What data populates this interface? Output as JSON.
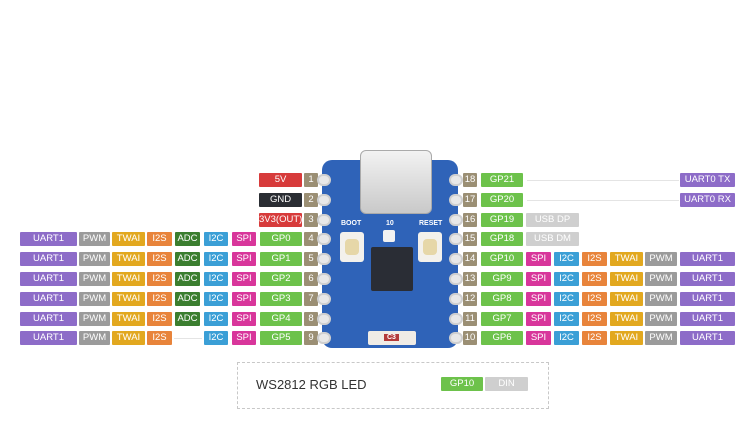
{
  "colors": {
    "UART": "#8d6cc8",
    "PWM": "#9b9b9b",
    "TWAI": "#e2a81f",
    "I2S": "#e8843b",
    "ADC": "#3b7e2f",
    "I2C": "#3b9fd6",
    "SPI": "#d8369b",
    "GP": "#6dc24b",
    "PIN": "#9b8f74",
    "PWR": "#d73b3b",
    "GND": "#2a2d33",
    "USB": "#cfcfcf"
  },
  "left_power": [
    {
      "pin": "1",
      "label": "5V",
      "color": "PWR"
    },
    {
      "pin": "2",
      "label": "GND",
      "color": "GND"
    },
    {
      "pin": "3",
      "label": "3V3(OUT)",
      "color": "PWR"
    }
  ],
  "left_rows": [
    {
      "pin": "4",
      "gpio": "GP0",
      "funcs": [
        "UART1",
        "PWM",
        "TWAI",
        "I2S",
        "ADC",
        "I2C",
        "SPI"
      ]
    },
    {
      "pin": "5",
      "gpio": "GP1",
      "funcs": [
        "UART1",
        "PWM",
        "TWAI",
        "I2S",
        "ADC",
        "I2C",
        "SPI"
      ]
    },
    {
      "pin": "6",
      "gpio": "GP2",
      "funcs": [
        "UART1",
        "PWM",
        "TWAI",
        "I2S",
        "ADC",
        "I2C",
        "SPI"
      ]
    },
    {
      "pin": "7",
      "gpio": "GP3",
      "funcs": [
        "UART1",
        "PWM",
        "TWAI",
        "I2S",
        "ADC",
        "I2C",
        "SPI"
      ]
    },
    {
      "pin": "8",
      "gpio": "GP4",
      "funcs": [
        "UART1",
        "PWM",
        "TWAI",
        "I2S",
        "ADC",
        "I2C",
        "SPI"
      ]
    },
    {
      "pin": "9",
      "gpio": "GP5",
      "funcs": [
        "UART1",
        "PWM",
        "TWAI",
        "I2S",
        "",
        "I2C",
        "SPI"
      ]
    }
  ],
  "right_top": [
    {
      "pin": "18",
      "gpio": "GP21",
      "func": "UART0 TX"
    },
    {
      "pin": "17",
      "gpio": "GP20",
      "func": "UART0 RX"
    }
  ],
  "right_usb": [
    {
      "pin": "16",
      "gpio": "GP19",
      "func": "USB DP"
    },
    {
      "pin": "15",
      "gpio": "GP18",
      "func": "USB DM"
    }
  ],
  "right_rows": [
    {
      "pin": "14",
      "gpio": "GP10",
      "funcs": [
        "SPI",
        "I2C",
        "I2S",
        "TWAI",
        "PWM",
        "UART1"
      ]
    },
    {
      "pin": "13",
      "gpio": "GP9",
      "funcs": [
        "SPI",
        "I2C",
        "I2S",
        "TWAI",
        "PWM",
        "UART1"
      ]
    },
    {
      "pin": "12",
      "gpio": "GP8",
      "funcs": [
        "SPI",
        "I2C",
        "I2S",
        "TWAI",
        "PWM",
        "UART1"
      ]
    },
    {
      "pin": "11",
      "gpio": "GP7",
      "funcs": [
        "SPI",
        "I2C",
        "I2S",
        "TWAI",
        "PWM",
        "UART1"
      ]
    },
    {
      "pin": "10",
      "gpio": "GP6",
      "funcs": [
        "SPI",
        "I2C",
        "I2S",
        "TWAI",
        "PWM",
        "UART1"
      ]
    }
  ],
  "board": {
    "boot": "BOOT",
    "reset": "RESET",
    "led_num": "10",
    "cap": "C3"
  },
  "led": {
    "title": "WS2812 RGB LED",
    "gpio": "GP10",
    "func": "DIN"
  }
}
